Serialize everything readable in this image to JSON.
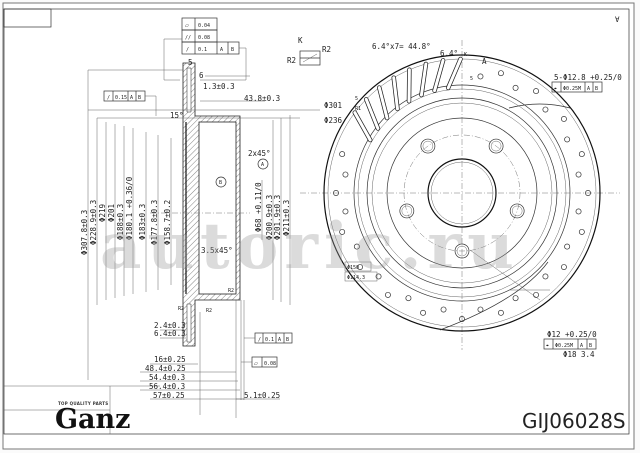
{
  "brand": {
    "name": "Ganz",
    "tagline": "TOP QUALITY PARTS"
  },
  "part_number": "GIJ06028S",
  "watermark": "autoric.ru",
  "tolerance_frames": {
    "flatness": "0.04",
    "parallelism": "0.08",
    "runout_top": {
      "value": "0.1",
      "datums": [
        "A",
        "B"
      ]
    },
    "runout_left": {
      "value": "0.15",
      "datums": [
        "A",
        "B"
      ]
    },
    "runout_bottom": {
      "value": "0.1",
      "datums": [
        "A",
        "B"
      ]
    },
    "flatness_bottom": "0.08",
    "position_bolt": {
      "value": "Φ0.25",
      "modifier": "M",
      "datums": [
        "A",
        "B"
      ]
    },
    "position_small": {
      "value": "Φ0.25",
      "modifier": "M",
      "datums": [
        "A",
        "B"
      ]
    }
  },
  "section_view": {
    "top_dims": [
      "5",
      "6",
      "1.3±0.3",
      "43.8±0.3",
      "15°"
    ],
    "diameters_left": [
      "Φ307.8±0.3",
      "Φ228.9±0.3",
      "Φ219",
      "Φ201",
      "Φ188±0.3",
      "Φ180.1 +0.36/0",
      "Φ183±0.3",
      "Φ177.8±0.3",
      "Φ158.7±0.2"
    ],
    "diameters_right": [
      "Φ68 +0.11/0",
      "Φ200.9±0.3",
      "Φ201.9±0.3",
      "Φ211±0.3"
    ],
    "chamfers": [
      "2x45°",
      "3.5x45°"
    ],
    "datum_a": "A",
    "datum_b": "B",
    "radius_labels": [
      "R2",
      "R2",
      "R2"
    ],
    "bottom_dims": [
      "2.4±0.3",
      "6.4±0.3",
      "16±0.25",
      "48.4±0.25",
      "54.4±0.3",
      "56.4±0.3",
      "57±0.25",
      "5.1±0.25"
    ]
  },
  "detail_k": {
    "label": "K",
    "r1": "R2",
    "r2": "R2"
  },
  "front_view": {
    "angle_total": "6.4°x7= 44.8°",
    "angle_step": "6.4°",
    "k_mark": "K",
    "a_mark": "A",
    "slot_width": "5",
    "slot_r": "R1",
    "dia_301": "Φ301",
    "dia_236": "Φ236",
    "dia_150": "Φ150",
    "dia_114": "Φ114.3",
    "bolt_holes": "5-Φ12.8 +0.25/0",
    "small_hole": "Φ12 +0.25/0",
    "drill": "Φ18",
    "drill_depth": "3.4"
  }
}
